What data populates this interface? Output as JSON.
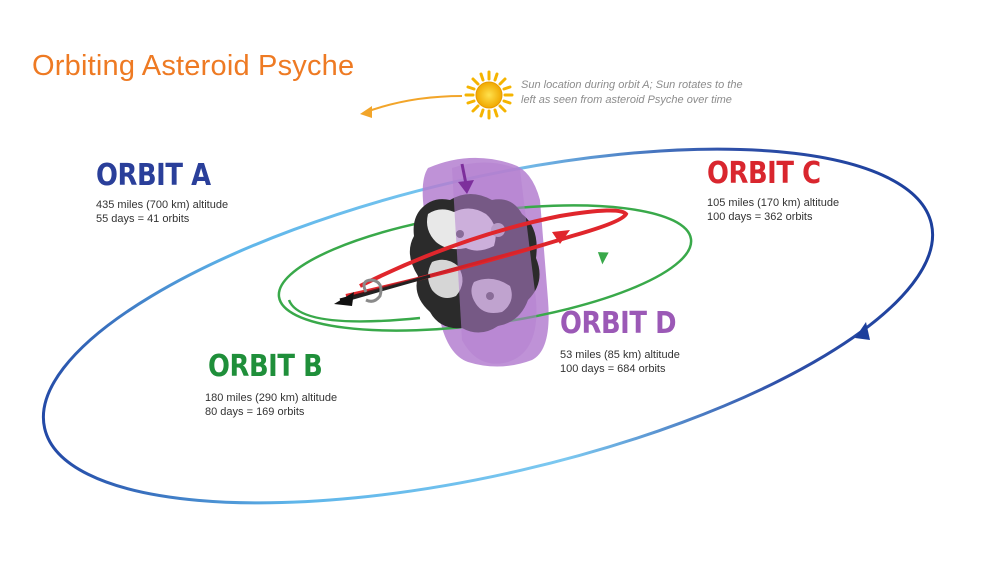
{
  "title": "Orbiting Asteroid Psyche",
  "sun_note": {
    "line1": "Sun location during orbit A; Sun rotates to the",
    "line2": "left as seen from asteroid Psyche over time"
  },
  "orbits": {
    "a": {
      "name": "ORBIT A",
      "altitude": "435 miles (700 km) altitude",
      "duration": "55 days = 41 orbits",
      "color": "#2a3f9a"
    },
    "b": {
      "name": "ORBIT B",
      "altitude": "180 miles (290 km) altitude",
      "duration": "80 days = 169 orbits",
      "color": "#1f8f3a"
    },
    "c": {
      "name": "ORBIT C",
      "altitude": "105 miles (170 km) altitude",
      "duration": "100 days = 362 orbits",
      "color": "#d9262e"
    },
    "d": {
      "name": "ORBIT D",
      "altitude": "53 miles (85 km) altitude",
      "duration": "100 days = 684 orbits",
      "color": "#9b59b6"
    }
  },
  "colors": {
    "title": "#ee7a23",
    "sun": "#f5b400",
    "orbit_a_light": "#7cc8f0",
    "orbit_a_dark": "#1c3f9c",
    "orbit_b": "#39a94a",
    "orbit_c": "#e0262c",
    "orbit_d": "#b47fd0"
  },
  "icons": [
    "sun-icon",
    "asteroid-psyche",
    "direction-arrow-icon"
  ]
}
